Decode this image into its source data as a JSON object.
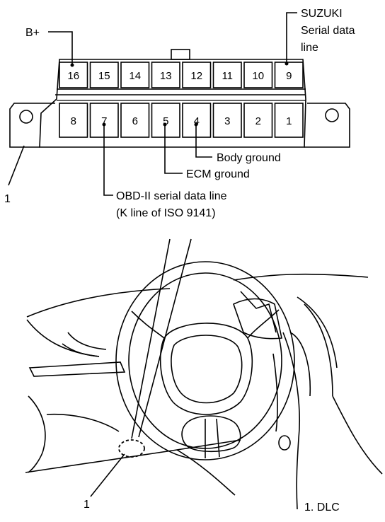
{
  "connector": {
    "top_pins": [
      "16",
      "15",
      "14",
      "13",
      "12",
      "11",
      "10",
      "9"
    ],
    "bottom_pins": [
      "8",
      "7",
      "6",
      "5",
      "4",
      "3",
      "2",
      "1"
    ],
    "callout": "1"
  },
  "labels": {
    "b_plus": "B+",
    "suzuki_line1": "SUZUKI",
    "suzuki_line2": "Serial data",
    "suzuki_line3": "line",
    "body_ground": "Body ground",
    "ecm_ground": "ECM ground",
    "obd_line1": "OBD-II serial data line",
    "obd_line2": "(K line of ISO 9141)"
  },
  "dashboard": {
    "callout": "1"
  },
  "legend": {
    "text": "1. DLC"
  }
}
